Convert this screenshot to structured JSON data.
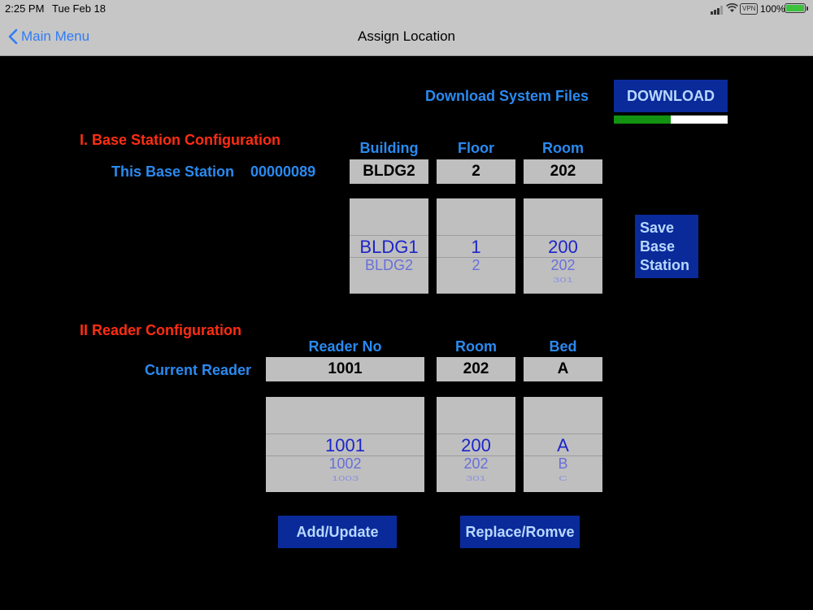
{
  "status_bar": {
    "time": "2:25 PM",
    "date": "Tue Feb 18",
    "vpn": "VPN",
    "battery": "100%",
    "battery_level": 1.0
  },
  "nav": {
    "back_label": "Main Menu",
    "title": "Assign Location"
  },
  "download": {
    "label": "Download System Files",
    "button": "DOWNLOAD",
    "progress": 0.5
  },
  "base_station": {
    "section_title": "I. Base Station Configuration",
    "label": "This Base Station",
    "id": "00000089",
    "headers": {
      "building": "Building",
      "floor": "Floor",
      "room": "Room"
    },
    "current": {
      "building": "BLDG2",
      "floor": "2",
      "room": "202"
    },
    "pickers": {
      "building": {
        "selected": "BLDG1",
        "next": "BLDG2",
        "next2": ""
      },
      "floor": {
        "selected": "1",
        "next": "2",
        "next2": ""
      },
      "room": {
        "selected": "200",
        "next": "202",
        "next2": "301"
      }
    },
    "save_button": [
      "Save",
      "Base",
      "Station"
    ]
  },
  "reader": {
    "section_title": "II Reader Configuration",
    "label": "Current Reader",
    "headers": {
      "reader_no": "Reader No",
      "room": "Room",
      "bed": "Bed"
    },
    "current": {
      "reader_no": "1001",
      "room": "202",
      "bed": "A"
    },
    "pickers": {
      "reader_no": {
        "selected": "1001",
        "next": "1002",
        "next2": "1003"
      },
      "room": {
        "selected": "200",
        "next": "202",
        "next2": "301"
      },
      "bed": {
        "selected": "A",
        "next": "B",
        "next2": "C"
      }
    },
    "add_button": "Add/Update",
    "replace_button": "Replace/Romve"
  }
}
